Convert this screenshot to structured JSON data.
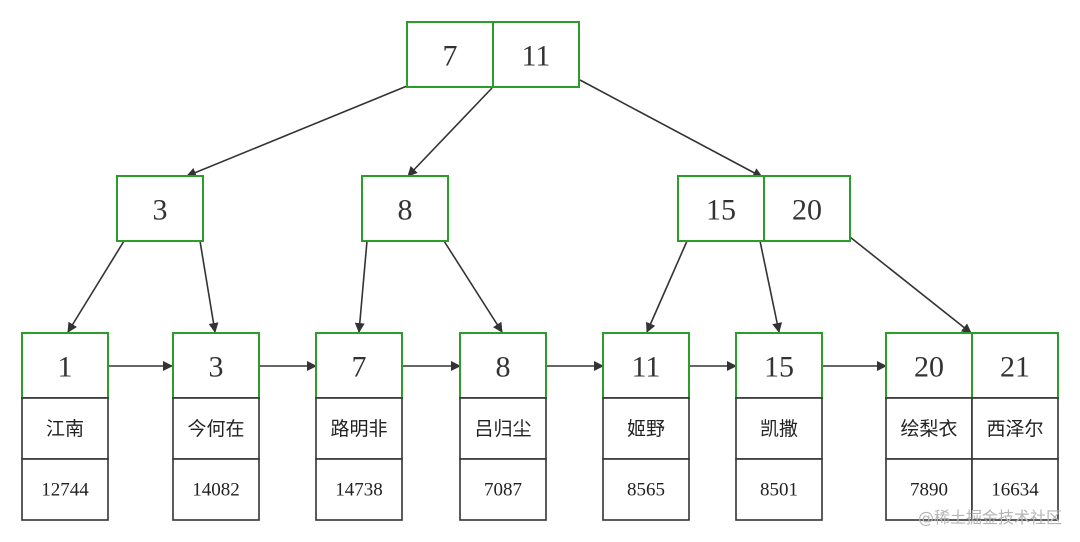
{
  "root": {
    "keys": [
      "7",
      "11"
    ]
  },
  "internal": [
    {
      "keys": [
        "3"
      ]
    },
    {
      "keys": [
        "8"
      ]
    },
    {
      "keys": [
        "15",
        "20"
      ]
    }
  ],
  "leaves": [
    {
      "keys": [
        "1"
      ],
      "names": [
        "江南"
      ],
      "values": [
        "12744"
      ]
    },
    {
      "keys": [
        "3"
      ],
      "names": [
        "今何在"
      ],
      "values": [
        "14082"
      ]
    },
    {
      "keys": [
        "7"
      ],
      "names": [
        "路明非"
      ],
      "values": [
        "14738"
      ]
    },
    {
      "keys": [
        "8"
      ],
      "names": [
        "吕归尘"
      ],
      "values": [
        "7087"
      ]
    },
    {
      "keys": [
        "11"
      ],
      "names": [
        "姬野"
      ],
      "values": [
        "8565"
      ]
    },
    {
      "keys": [
        "15"
      ],
      "names": [
        "凯撒"
      ],
      "values": [
        "8501"
      ]
    },
    {
      "keys": [
        "20",
        "21"
      ],
      "names": [
        "绘梨衣",
        "西泽尔"
      ],
      "values": [
        "7890",
        "16634"
      ]
    }
  ],
  "watermark": "@稀土掘金技术社区",
  "colors": {
    "node_border": "#2a9d2a",
    "cell_border": "#333333",
    "arrow": "#333333"
  }
}
